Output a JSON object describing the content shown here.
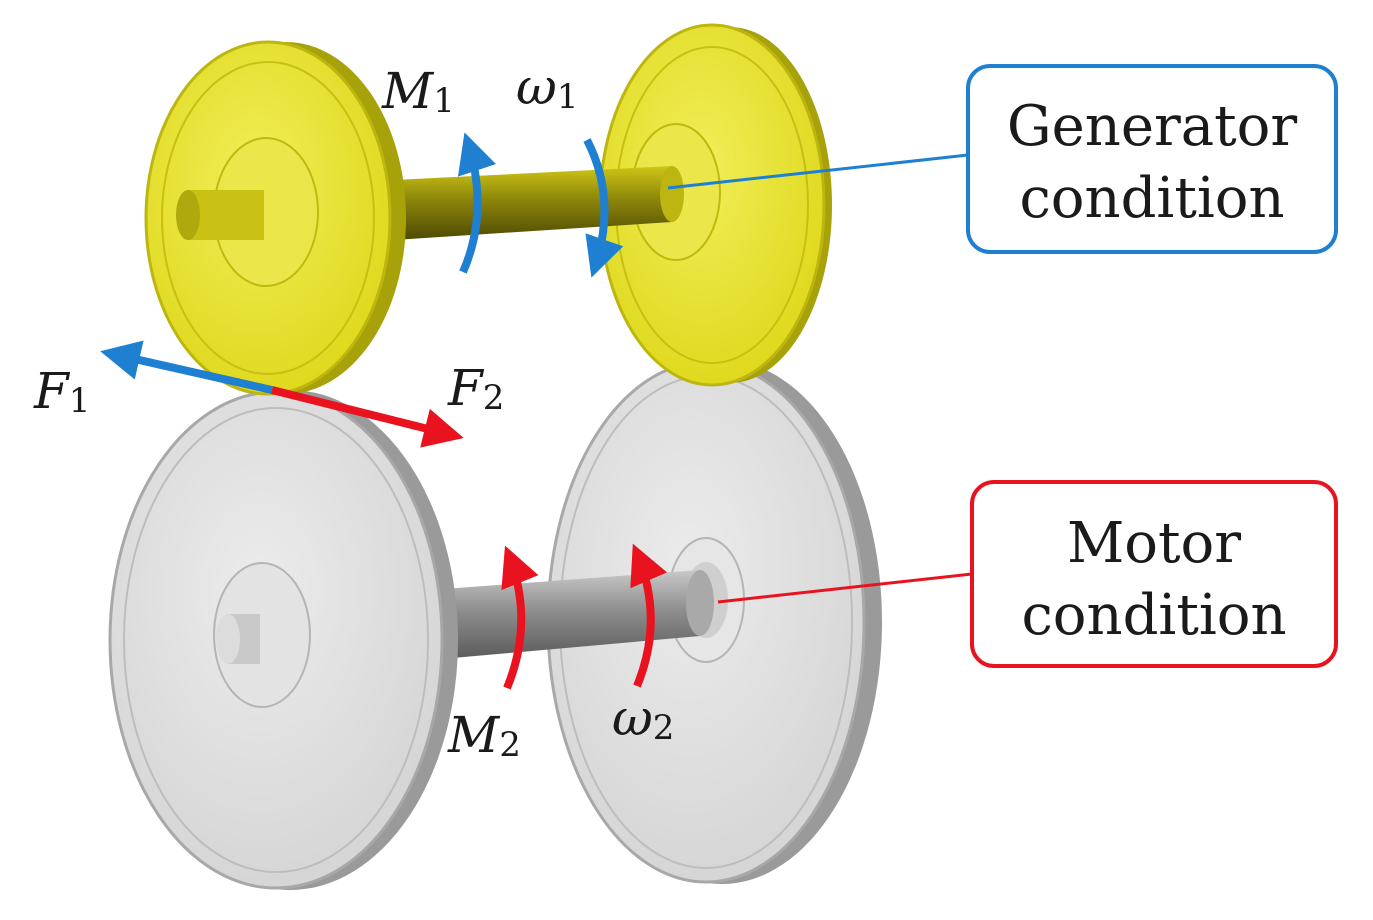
{
  "colors": {
    "generator": "#1f7fd1",
    "motor": "#e8131f",
    "yellow_wheel": "#e6e21a",
    "gray_wheel": "#d9d9d9"
  },
  "labels": {
    "M1": {
      "base": "M",
      "sub": "1"
    },
    "omega1": {
      "base": "ω",
      "sub": "1"
    },
    "F1": {
      "base": "F",
      "sub": "1"
    },
    "F2": {
      "base": "F",
      "sub": "2"
    },
    "M2": {
      "base": "M",
      "sub": "2"
    },
    "omega2": {
      "base": "ω",
      "sub": "2"
    }
  },
  "boxes": {
    "generator": {
      "line1": "Generator",
      "line2": "condition"
    },
    "motor": {
      "line1": "Motor",
      "line2": "condition"
    }
  }
}
